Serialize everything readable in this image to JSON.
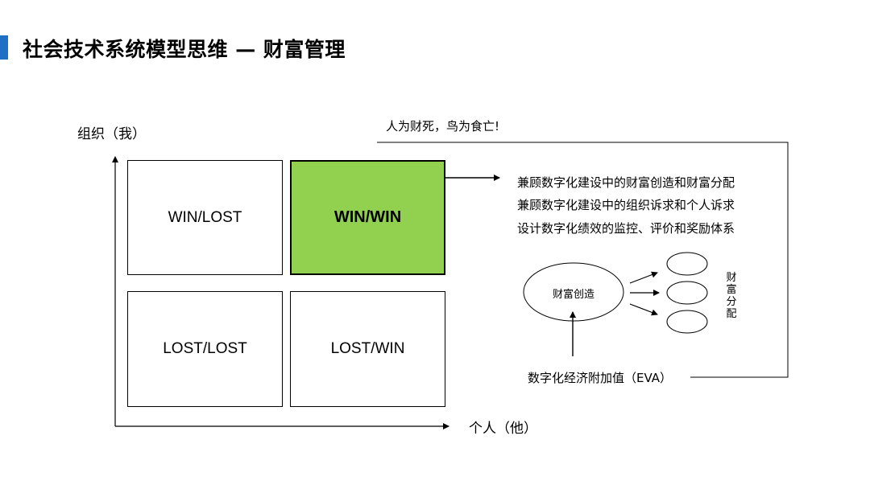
{
  "header": {
    "title": "社会技术系统模型思维 — 财富管理",
    "accent_color": "#1f6fc4"
  },
  "axes": {
    "y_label": "组织（我）",
    "x_label": "个人（他）"
  },
  "quadrants": {
    "top_left": "WIN/LOST",
    "top_right": "WIN/WIN",
    "bottom_left": "LOST/LOST",
    "bottom_right": "LOST/WIN",
    "highlight_color": "#92d050"
  },
  "quote": "人为财死，鸟为食亡!",
  "notes": [
    "兼顾数字化建设中的财富创造和财富分配",
    "兼顾数字化建设中的组织诉求和个人诉求",
    "设计数字化绩效的监控、评价和奖励体系"
  ],
  "flow": {
    "creation_label": "财富创造",
    "distribution_label": "财富分配",
    "source_label": "数字化经济附加值（EVA）"
  }
}
